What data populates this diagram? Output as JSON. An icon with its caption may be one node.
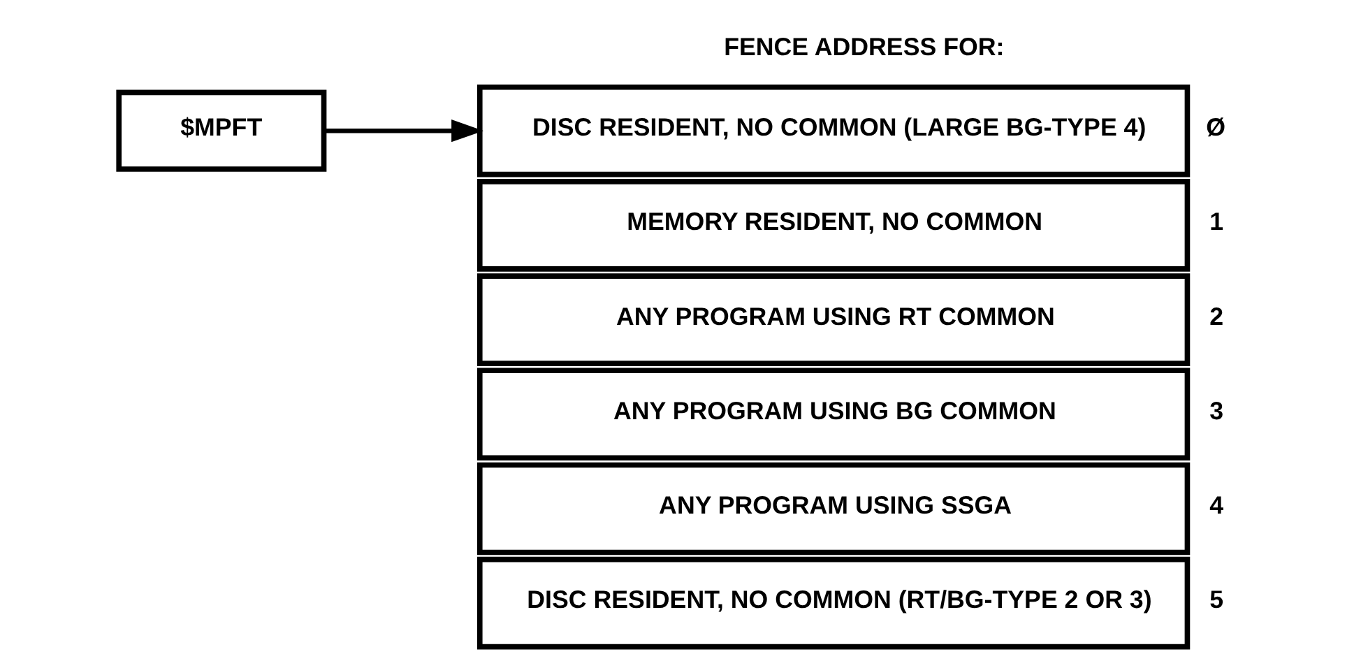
{
  "diagram": {
    "nodes": [
      {
        "text": [
          "$MPFT"
        ]
      },
      {
        "text": [
          "DISC RESIDENT, NO COMMON (LARGE BG-TYPE 4)"
        ],
        "beside": [
          "Ø"
        ]
      },
      {
        "text": [
          "MEMORY RESIDENT, NO COMMON"
        ],
        "beside": [
          "1"
        ]
      },
      {
        "text": [
          "ANY PROGRAM USING RT COMMON"
        ],
        "beside": [
          "2"
        ]
      },
      {
        "text": [
          "ANY PROGRAM USING BG COMMON"
        ],
        "beside": [
          "3"
        ]
      },
      {
        "text": [
          "ANY PROGRAM USING SSGA"
        ],
        "beside": [
          "4"
        ]
      },
      {
        "text": [
          "DISC RESIDENT, NO COMMON (RT/BG-TYPE 2 OR 3)"
        ],
        "beside": [
          "5"
        ]
      }
    ],
    "edges": [
      {
        "from": 0,
        "to": 1,
        "arrow": "to"
      }
    ],
    "labels": [
      "FENCE ADDRESS FOR:"
    ]
  }
}
